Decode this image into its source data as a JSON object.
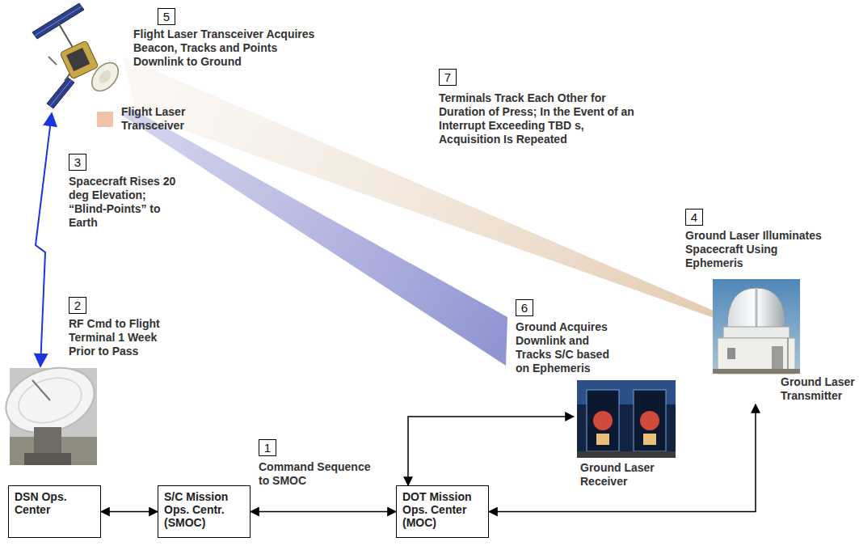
{
  "diagram": {
    "nodes": [
      {
        "text": [
          "Flight Laser Transceiver"
        ]
      },
      {
        "text": [
          "Ground Laser Transmitter"
        ]
      },
      {
        "text": [
          "Ground Laser Receiver"
        ]
      },
      {
        "text": [
          "DSN Ops. Center"
        ]
      },
      {
        "text": [
          "S/C Mission Ops. Centr. (SMOC)"
        ]
      },
      {
        "text": [
          "DOT Mission Ops. Center (MOC)"
        ]
      }
    ],
    "edges": [
      {
        "from": 3,
        "to": 4,
        "arrow": "both"
      },
      {
        "from": 4,
        "to": 5,
        "arrow": "both"
      },
      {
        "from": 5,
        "to": 2,
        "arrow": "both"
      },
      {
        "from": 5,
        "to": 1,
        "arrow": "both"
      }
    ],
    "labels": [
      "5",
      "Flight Laser Transceiver Acquires Beacon, Tracks and Points Downlink to Ground",
      "7",
      "Terminals Track Each Other for Duration of Press; In the Event of an Interrupt Exceeding TBD s, Acquisition Is Repeated",
      "3",
      "Spacecraft Rises 20 deg Elevation; “Blind-Points” to Earth",
      "4",
      "Ground Laser Illuminates Spacecraft Using Ephemeris",
      "2",
      "RF Cmd to Flight Terminal 1 Week Prior to Pass",
      "6",
      "Ground Acquires Downlink and Tracks S/C based on Ephemeris",
      "1",
      "Command Sequence to SMOC"
    ]
  }
}
